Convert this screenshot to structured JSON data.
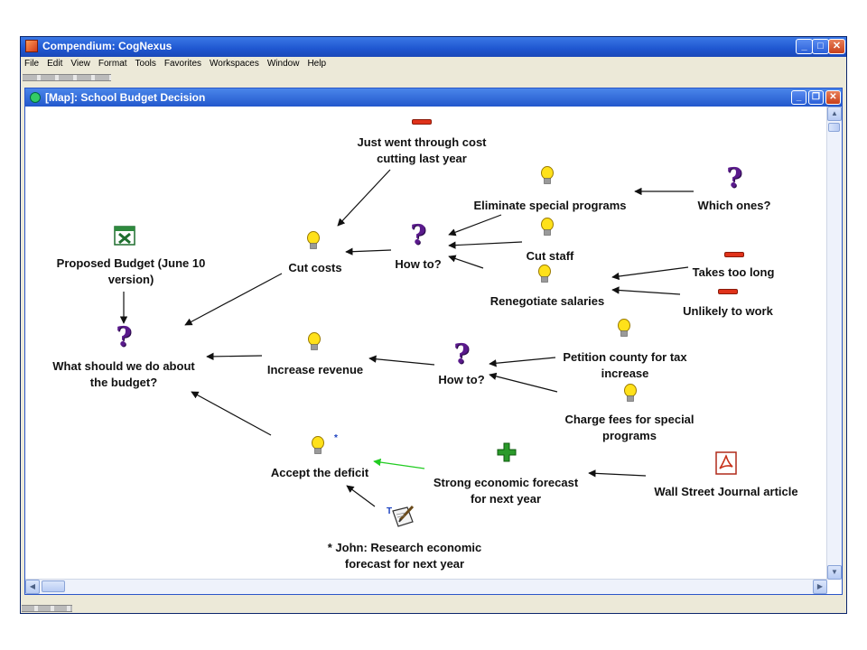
{
  "window": {
    "title": "Compendium: CogNexus"
  },
  "menu": [
    "File",
    "Edit",
    "View",
    "Format",
    "Tools",
    "Favorites",
    "Workspaces",
    "Window",
    "Help"
  ],
  "map_window": {
    "title": "[Map]: School Budget Decision"
  },
  "nodes": {
    "just_went": [
      "Just went through cost",
      "cutting last year"
    ],
    "eliminate": "Eliminate special programs",
    "which_ones": "Which ones?",
    "proposed_budget": [
      "Proposed Budget (June 10",
      "version)"
    ],
    "cut_costs": "Cut costs",
    "how_to_1": "How to?",
    "cut_staff": "Cut staff",
    "takes_too_long": "Takes too long",
    "renegotiate": "Renegotiate salaries",
    "unlikely": "Unlikely to work",
    "what_should": [
      "What should we do about",
      "the budget?"
    ],
    "increase_revenue": "Increase revenue",
    "how_to_2": "How to?",
    "petition": [
      "Petition county for tax",
      "increase"
    ],
    "charge_fees": [
      "Charge fees for special",
      "programs"
    ],
    "accept_deficit": "Accept the deficit",
    "strong_forecast": [
      "Strong economic forecast",
      "for next year"
    ],
    "wsj": "Wall Street Journal article",
    "john": [
      "* John: Research economic",
      "forecast for next year"
    ]
  },
  "badges": {
    "star": "*",
    "tag": "T"
  },
  "colors": {
    "question": "#5a1a8c",
    "pro": "#2a9a2a",
    "con": "#e0321a",
    "green_link": "#22cc22",
    "link": "#111111"
  }
}
